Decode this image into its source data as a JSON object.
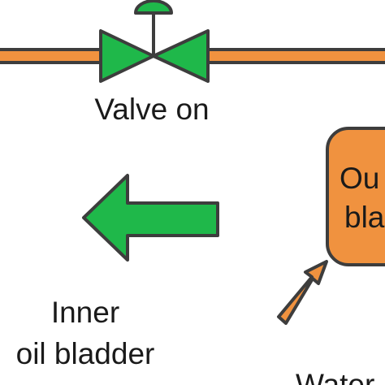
{
  "labels": {
    "valve_state": "Valve on",
    "inner_line1": "Inner",
    "inner_line2": "oil bladder",
    "outer_line1": "Ou",
    "outer_line2": "bla",
    "water": "Water"
  },
  "colors": {
    "pipe": "#f0923f",
    "pipe_outline": "#3d3d3d",
    "valve_fill": "#1fb84a",
    "arrow_fill": "#1fb84a",
    "bladder_fill": "#f0923f",
    "water_arrow_fill": "#f0923f",
    "outline": "#3d3d3d",
    "text": "#1a1a1a"
  },
  "icons": {
    "valve": "gate-valve-icon",
    "inner_arrow": "arrow-left-icon",
    "water_arrow": "arrow-up-right-icon"
  }
}
